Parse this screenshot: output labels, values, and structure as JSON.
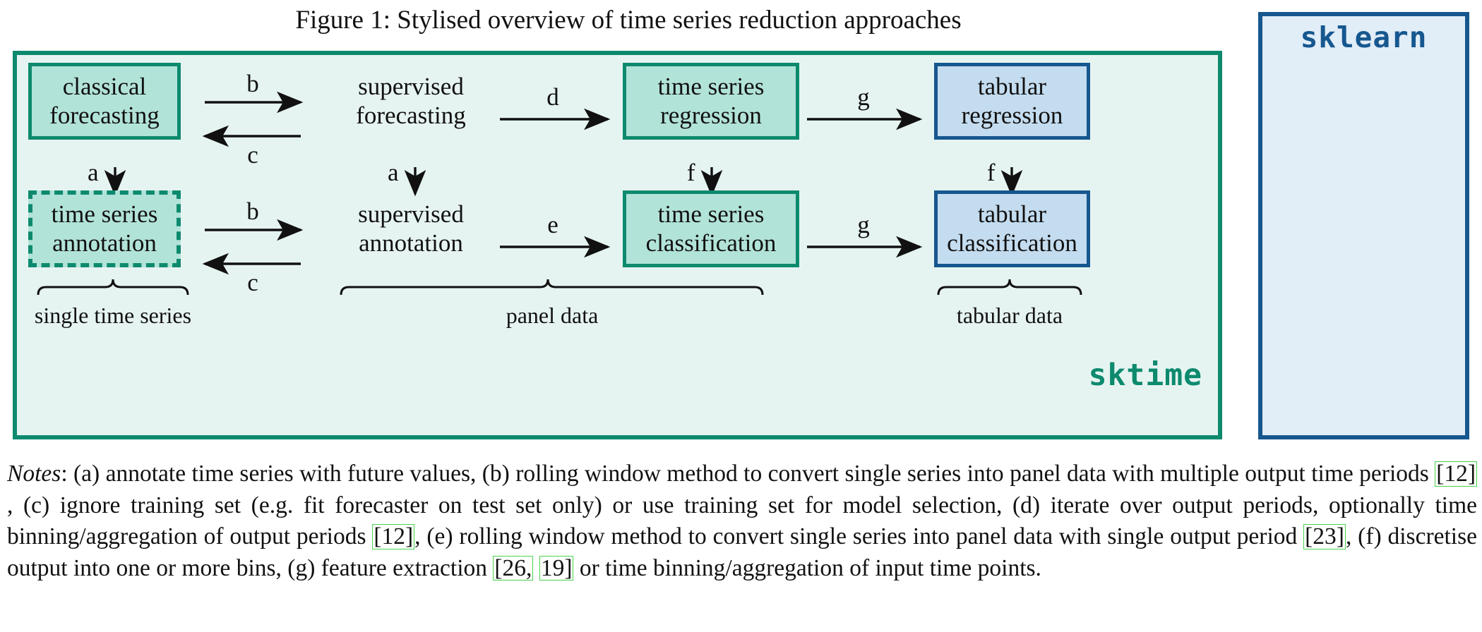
{
  "figure": {
    "caption": "Figure 1: Stylised overview of time series reduction approaches"
  },
  "panels": {
    "sktime": {
      "brand": "sktime",
      "color": "#0d8a6e"
    },
    "sklearn": {
      "brand": "sklearn",
      "color": "#16578f"
    }
  },
  "nodes": {
    "classical_forecasting": {
      "line1": "classical",
      "line2": "forecasting",
      "style": "boxed-teal"
    },
    "time_series_annotation": {
      "line1": "time series",
      "line2": "annotation",
      "style": "boxed-teal-dashed"
    },
    "supervised_forecasting": {
      "line1": "supervised",
      "line2": "forecasting",
      "style": "plain"
    },
    "supervised_annotation": {
      "line1": "supervised",
      "line2": "annotation",
      "style": "plain"
    },
    "time_series_regression": {
      "line1": "time series",
      "line2": "regression",
      "style": "boxed-teal"
    },
    "time_series_classification": {
      "line1": "time series",
      "line2": "classification",
      "style": "boxed-teal"
    },
    "tabular_regression": {
      "line1": "tabular",
      "line2": "regression",
      "style": "boxed-blue"
    },
    "tabular_classification": {
      "line1": "tabular",
      "line2": "classification",
      "style": "boxed-blue"
    }
  },
  "edges": {
    "a_top": "a",
    "a_mid": "a",
    "b_top": "b",
    "c_top": "c",
    "b_bottom": "b",
    "c_bottom": "c",
    "d": "d",
    "e": "e",
    "f_ts": "f",
    "f_tab": "f",
    "g_top": "g",
    "g_bottom": "g",
    "down_glyph": "↓"
  },
  "groups": {
    "single_time_series": "single time series",
    "panel_data": "panel data",
    "tabular_data": "tabular data"
  },
  "notes": {
    "label": "Notes",
    "seg1": ": (a) annotate time series with future values, (b) rolling window method to convert single series into panel data with multiple output time periods ",
    "cite1": "[12]",
    "seg2": ", (c) ignore training set (e.g. fit forecaster on test set only) or use training set for model selection, (d) iterate over output periods, optionally time binning/aggregation of output periods ",
    "cite2": "[12]",
    "seg3": ", (e) rolling window method to convert single series into panel data with single output period ",
    "cite3": "[23]",
    "seg4": ", (f) discretise output into one or more bins, (g) feature extraction ",
    "cite4": "[26,",
    "cite5": "19]",
    "seg5": " or time binning/aggregation of input time points."
  }
}
